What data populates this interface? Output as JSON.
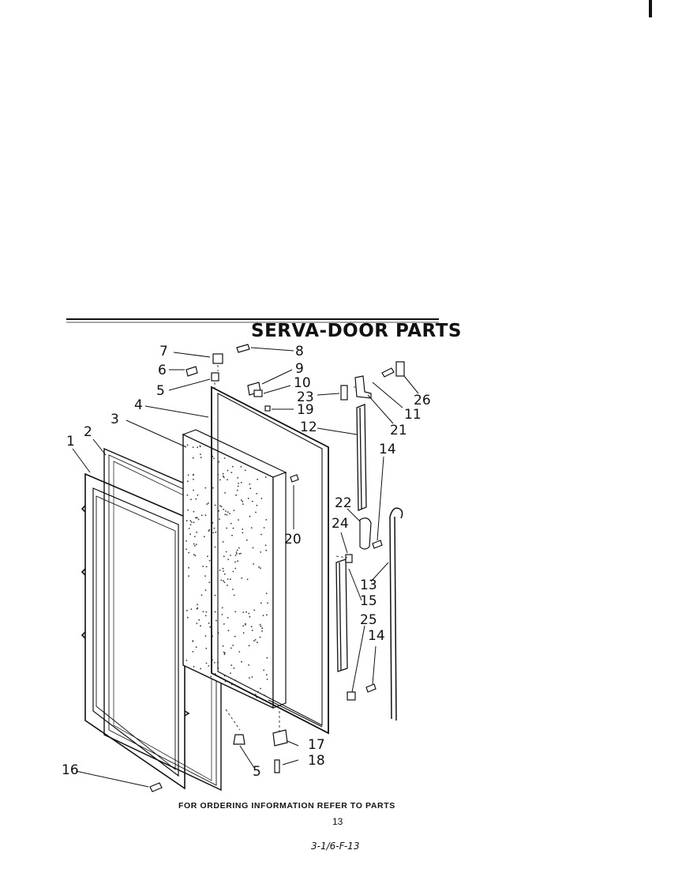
{
  "title": "SERVA-DOOR PARTS",
  "footer_note": "FOR ORDERING INFORMATION REFER TO PARTS",
  "page_number": "13",
  "reference_code": "3-1/6-F-13",
  "callouts": [
    "1",
    "2",
    "3",
    "4",
    "5",
    "6",
    "7",
    "8",
    "9",
    "10",
    "23",
    "19",
    "12",
    "20",
    "11",
    "21",
    "26",
    "14",
    "22",
    "24",
    "13",
    "15",
    "25",
    "14",
    "17",
    "5",
    "18",
    "16"
  ]
}
